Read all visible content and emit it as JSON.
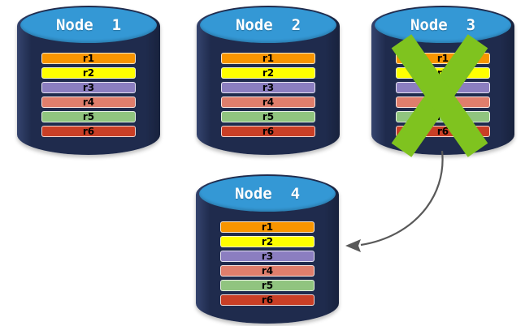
{
  "diagram": {
    "type": "database-replication-diagram",
    "nodes": [
      {
        "label": "Node  1",
        "failed": false
      },
      {
        "label": "Node  2",
        "failed": false
      },
      {
        "label": "Node  3",
        "failed": true
      },
      {
        "label": "Node  4",
        "failed": false
      }
    ],
    "rows": [
      {
        "label": "r1",
        "color": "#F89500"
      },
      {
        "label": "r2",
        "color": "#FFFF00"
      },
      {
        "label": "r3",
        "color": "#8B7EC0"
      },
      {
        "label": "r4",
        "color": "#DF7E6C"
      },
      {
        "label": "r5",
        "color": "#90C47F"
      },
      {
        "label": "r6",
        "color": "#C93F26"
      }
    ],
    "x_mark_on": "Node  3",
    "arrow": {
      "from": "Node  3",
      "to": "Node  4"
    },
    "colors": {
      "background": "#FFFFFF",
      "cylinder_body": "#1F2B4D",
      "cylinder_top": "#3498D5",
      "node_label_text": "#FFFFFF",
      "row_label_text": "#000000",
      "x_mark": "#7FC31F",
      "arrow": "#595959"
    }
  }
}
